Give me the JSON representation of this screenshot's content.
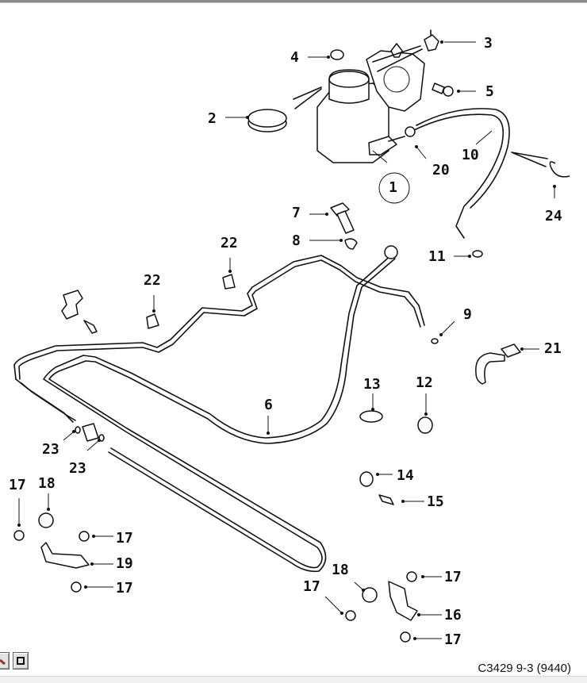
{
  "diagram": {
    "figure_id": "C3429 9-3 (9440)",
    "callouts": {
      "c1": "1",
      "c2": "2",
      "c3": "3",
      "c4": "4",
      "c5": "5",
      "c6": "6",
      "c7": "7",
      "c8": "8",
      "c9": "9",
      "c10": "10",
      "c11": "11",
      "c12": "12",
      "c13": "13",
      "c14": "14",
      "c15": "15",
      "c16": "16",
      "c17a": "17",
      "c17b": "17",
      "c17c": "17",
      "c17d": "17",
      "c17e": "17",
      "c17f": "17",
      "c18a": "18",
      "c18b": "18",
      "c19": "19",
      "c20": "20",
      "c21": "21",
      "c22a": "22",
      "c22b": "22",
      "c23a": "23",
      "c23b": "23",
      "c24": "24"
    }
  },
  "toolbar": {
    "buttons": [
      {
        "icon": "edit-icon"
      },
      {
        "icon": "fit-window-icon"
      }
    ]
  },
  "colors": {
    "line": "#111111",
    "background": "#ffffff",
    "accent": "#a03030"
  }
}
